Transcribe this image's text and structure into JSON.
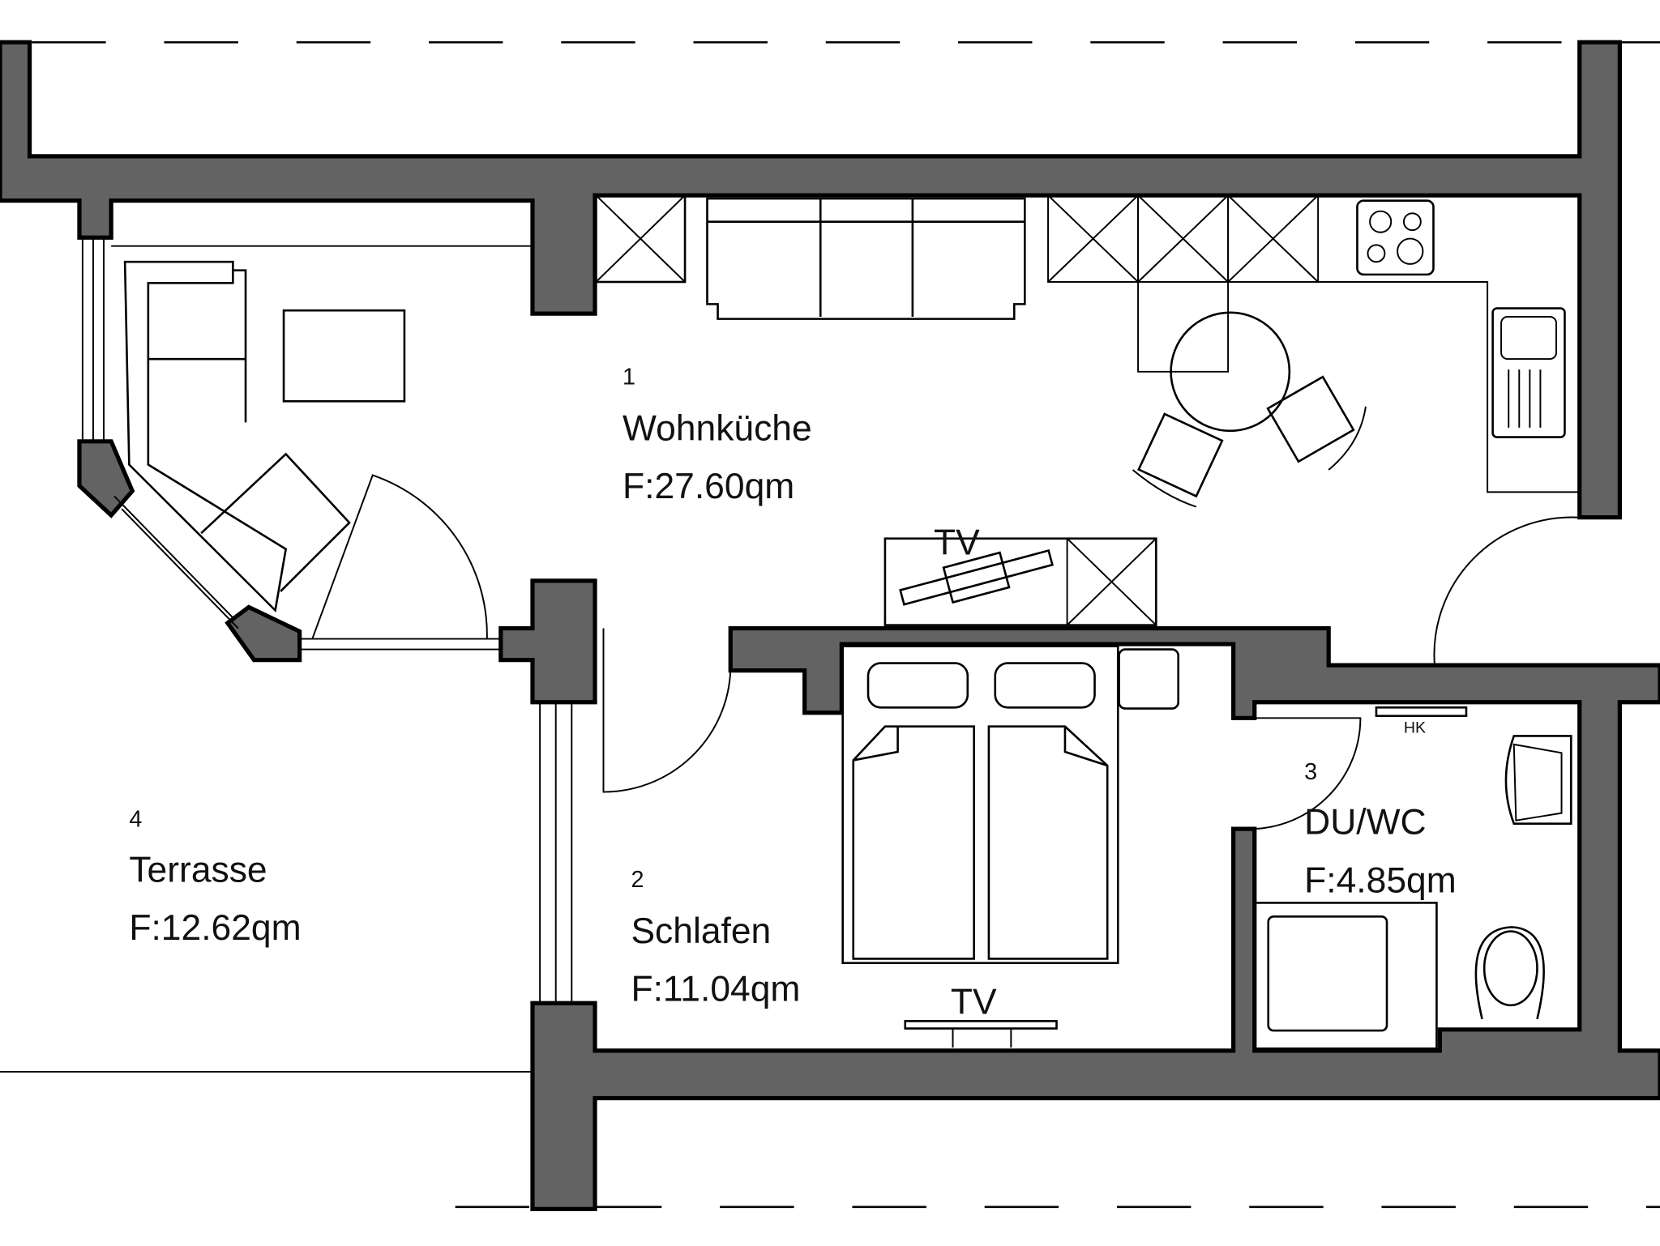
{
  "rooms": [
    {
      "number": "1",
      "name": "Wohnküche",
      "area": "F:27.60qm"
    },
    {
      "number": "2",
      "name": "Schlafen",
      "area": "F:11.04qm"
    },
    {
      "number": "3",
      "name": "DU/WC",
      "area": "F:4.85qm"
    },
    {
      "number": "4",
      "name": "Terrasse",
      "area": "F:12.62qm"
    }
  ],
  "labels": {
    "tv_living": "TV",
    "tv_bedroom": "TV",
    "radiator": "HK"
  },
  "colors": {
    "wall": "#636363",
    "line": "#000000",
    "background": "#ffffff"
  }
}
